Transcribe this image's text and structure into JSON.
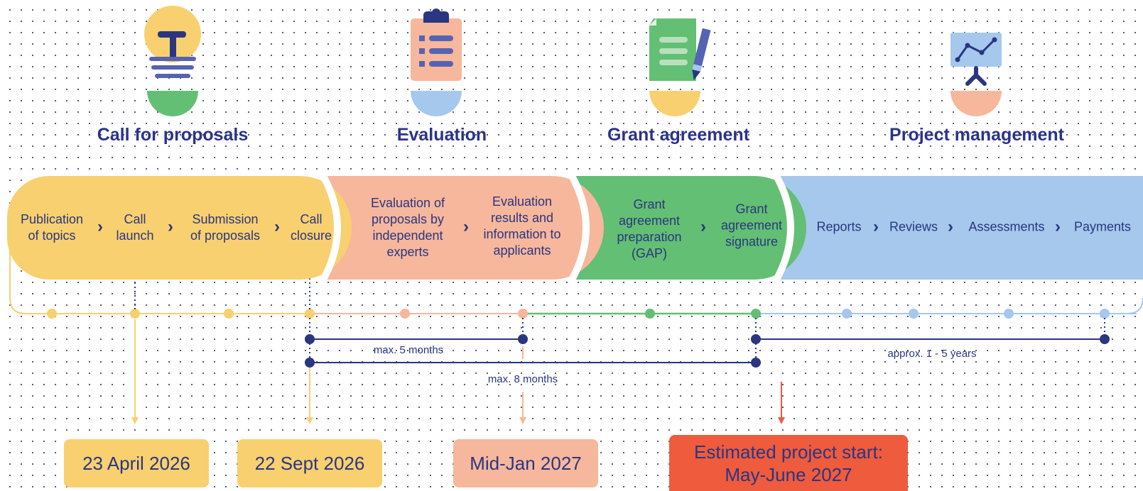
{
  "phases": [
    {
      "title": "Call for proposals",
      "icon": "lightbulb-icon",
      "color": "#f9d06f"
    },
    {
      "title": "Evaluation",
      "icon": "clipboard-icon",
      "color": "#f6b79c"
    },
    {
      "title": "Grant agreement",
      "icon": "document-pen-icon",
      "color": "#63bf73"
    },
    {
      "title": "Project management",
      "icon": "presentation-board-icon",
      "color": "#a5c8ec"
    }
  ],
  "steps": {
    "publication": "Publication\nof topics",
    "launch": "Call\nlaunch",
    "submission": "Submission\nof proposals",
    "closure": "Call\nclosure",
    "eval_proposals": "Evaluation of\nproposals by\nindependent\nexperts",
    "eval_results": "Evaluation\nresults and\ninformation to\napplicants",
    "ga_prep": "Grant\nagreement\npreparation\n(GAP)",
    "ga_sign": "Grant\nagreement\nsignature",
    "reports": "Reports",
    "reviews": "Reviews",
    "assessments": "Assessments",
    "payments": "Payments"
  },
  "durations": {
    "eval_max": "max. 5 months",
    "grant_max": "max. 8 months",
    "project": "approx. 1 - 5 years"
  },
  "dates": {
    "launch": "23 April 2026",
    "closure": "22 Sept 2026",
    "results": "Mid-Jan 2027",
    "start": "Estimated project start:\nMay-June 2027"
  },
  "colors": {
    "navy": "#2a3680",
    "yellow": "#f9d06f",
    "peach": "#f6b79c",
    "green": "#63bf73",
    "blue": "#a5c8ec",
    "red": "#ef5b3d"
  }
}
